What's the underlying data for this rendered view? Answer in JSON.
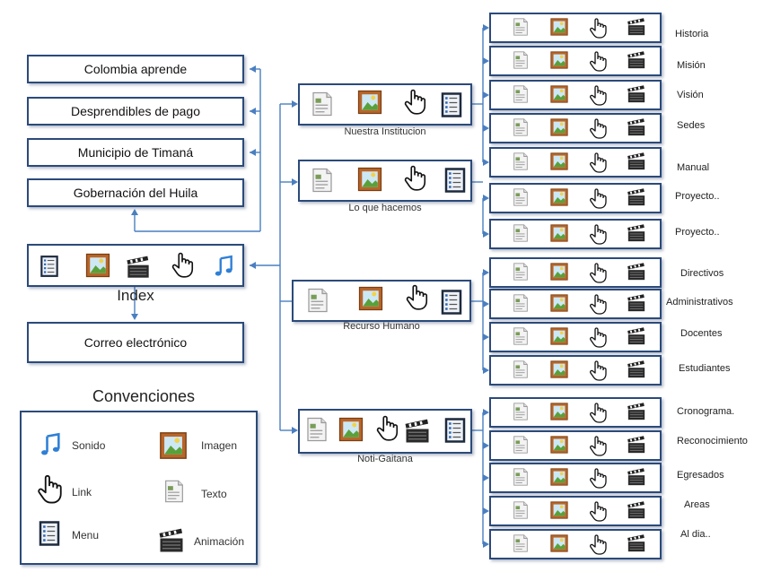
{
  "left_boxes": [
    "Colombia aprende",
    "Desprendibles de pago",
    "Municipio  de Timaná",
    "Gobernación del Huila"
  ],
  "index_label": "Index",
  "email_label": "Correo electrónico",
  "conventions": {
    "title": "Convenciones",
    "items": [
      "Sonido",
      "Imagen",
      "Link",
      "Texto",
      "Menu",
      "Animación"
    ]
  },
  "middle_nodes": [
    "Nuestra Institucion",
    "Lo que hacemos",
    "Recurso Humano",
    "Noti-Gaitana"
  ],
  "right_labels": [
    "Historia",
    "Misión",
    "Visión",
    "Sedes",
    "Manual",
    "Proyecto..",
    "Proyecto..",
    "Directivos",
    "Administrativos",
    "Docentes",
    "Estudiantes",
    "Cronograma.",
    "Reconocimiento",
    "Egresados",
    "Areas",
    "Al dia.."
  ],
  "colors": {
    "border": "#2b4a7a",
    "line": "#4a7fc0"
  },
  "icon_names": [
    "text-icon",
    "image-icon",
    "link-icon",
    "menu-icon",
    "animation-icon",
    "sound-icon"
  ]
}
